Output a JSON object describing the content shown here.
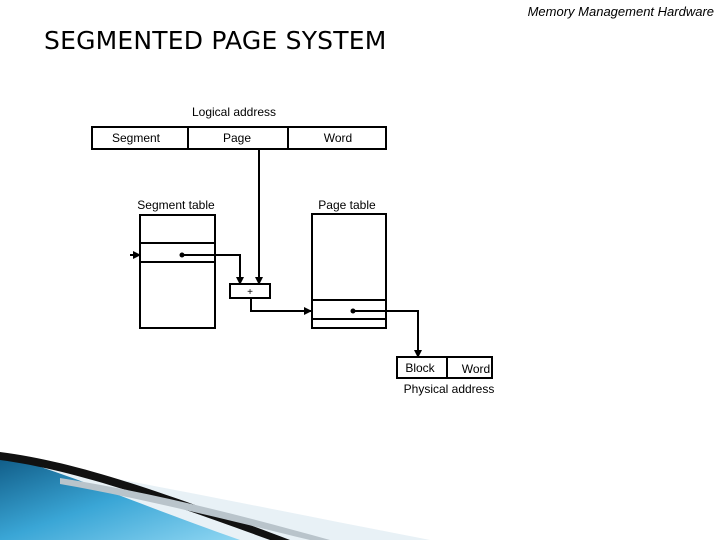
{
  "header": {
    "label": "Memory Management Hardware"
  },
  "title": "SEGMENTED PAGE SYSTEM",
  "diagram": {
    "logical_address_label": "Logical address",
    "fields": {
      "segment": "Segment",
      "page": "Page",
      "word": "Word"
    },
    "segment_table_label": "Segment table",
    "page_table_label": "Page table",
    "adder_symbol": "+",
    "physical": {
      "block": "Block",
      "word": "Word",
      "label": "Physical address"
    }
  },
  "colors": {
    "accent_dark": "#0f5a85",
    "accent_light": "#6cc6ea",
    "line": "#000000"
  }
}
